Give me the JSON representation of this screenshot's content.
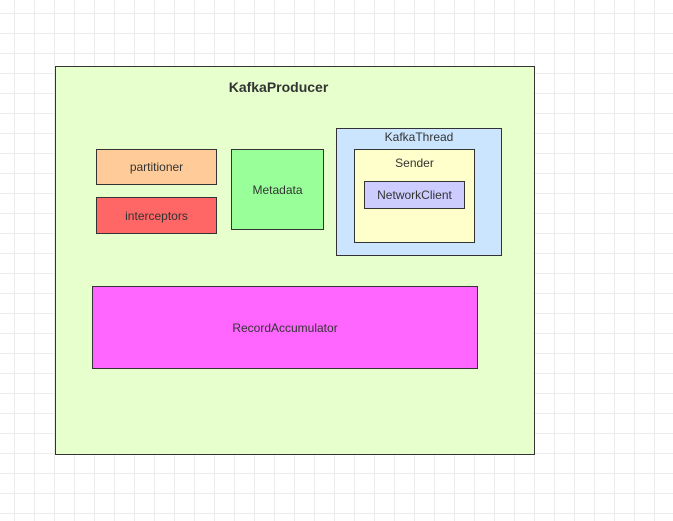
{
  "diagram": {
    "producer": {
      "title": "KafkaProducer",
      "color": "#e6ffcc"
    },
    "components": {
      "partitioner": {
        "label": "partitioner",
        "color": "#ffcc99"
      },
      "interceptors": {
        "label": "interceptors",
        "color": "#ff6666"
      },
      "metadata": {
        "label": "Metadata",
        "color": "#99ff99"
      },
      "kafka_thread": {
        "label": "KafkaThread",
        "color": "#cce5ff",
        "sender": {
          "label": "Sender",
          "color": "#ffffcc",
          "network_client": {
            "label": "NetworkClient",
            "color": "#ccccff"
          }
        }
      },
      "record_accumulator": {
        "label": "RecordAccumulator",
        "color": "#ff66ff"
      }
    }
  }
}
